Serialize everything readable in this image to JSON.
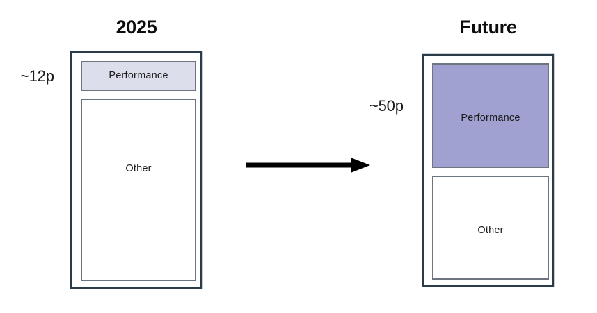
{
  "diagram": {
    "panels": [
      {
        "id": "2025",
        "title": "2025",
        "callout": "~12p",
        "segments": [
          {
            "label": "Performance",
            "share_text": "~12p",
            "color": "#dcdeec"
          },
          {
            "label": "Other",
            "share_text": "",
            "color": "#ffffff"
          }
        ]
      },
      {
        "id": "future",
        "title": "Future",
        "callout": "~50p",
        "segments": [
          {
            "label": "Performance",
            "share_text": "~50p",
            "color": "#a0a1d0"
          },
          {
            "label": "Other",
            "share_text": "",
            "color": "#ffffff"
          }
        ]
      }
    ],
    "arrow": {
      "name": "right-arrow-icon",
      "color": "#000000"
    },
    "colors": {
      "frame_border": "#2b3b47",
      "segment_border": "#6d7680",
      "performance_2025": "#dcdeec",
      "performance_future": "#a0a1d0",
      "other_fill": "#ffffff",
      "text": "#1b1b1b",
      "background": "#ffffff"
    }
  }
}
